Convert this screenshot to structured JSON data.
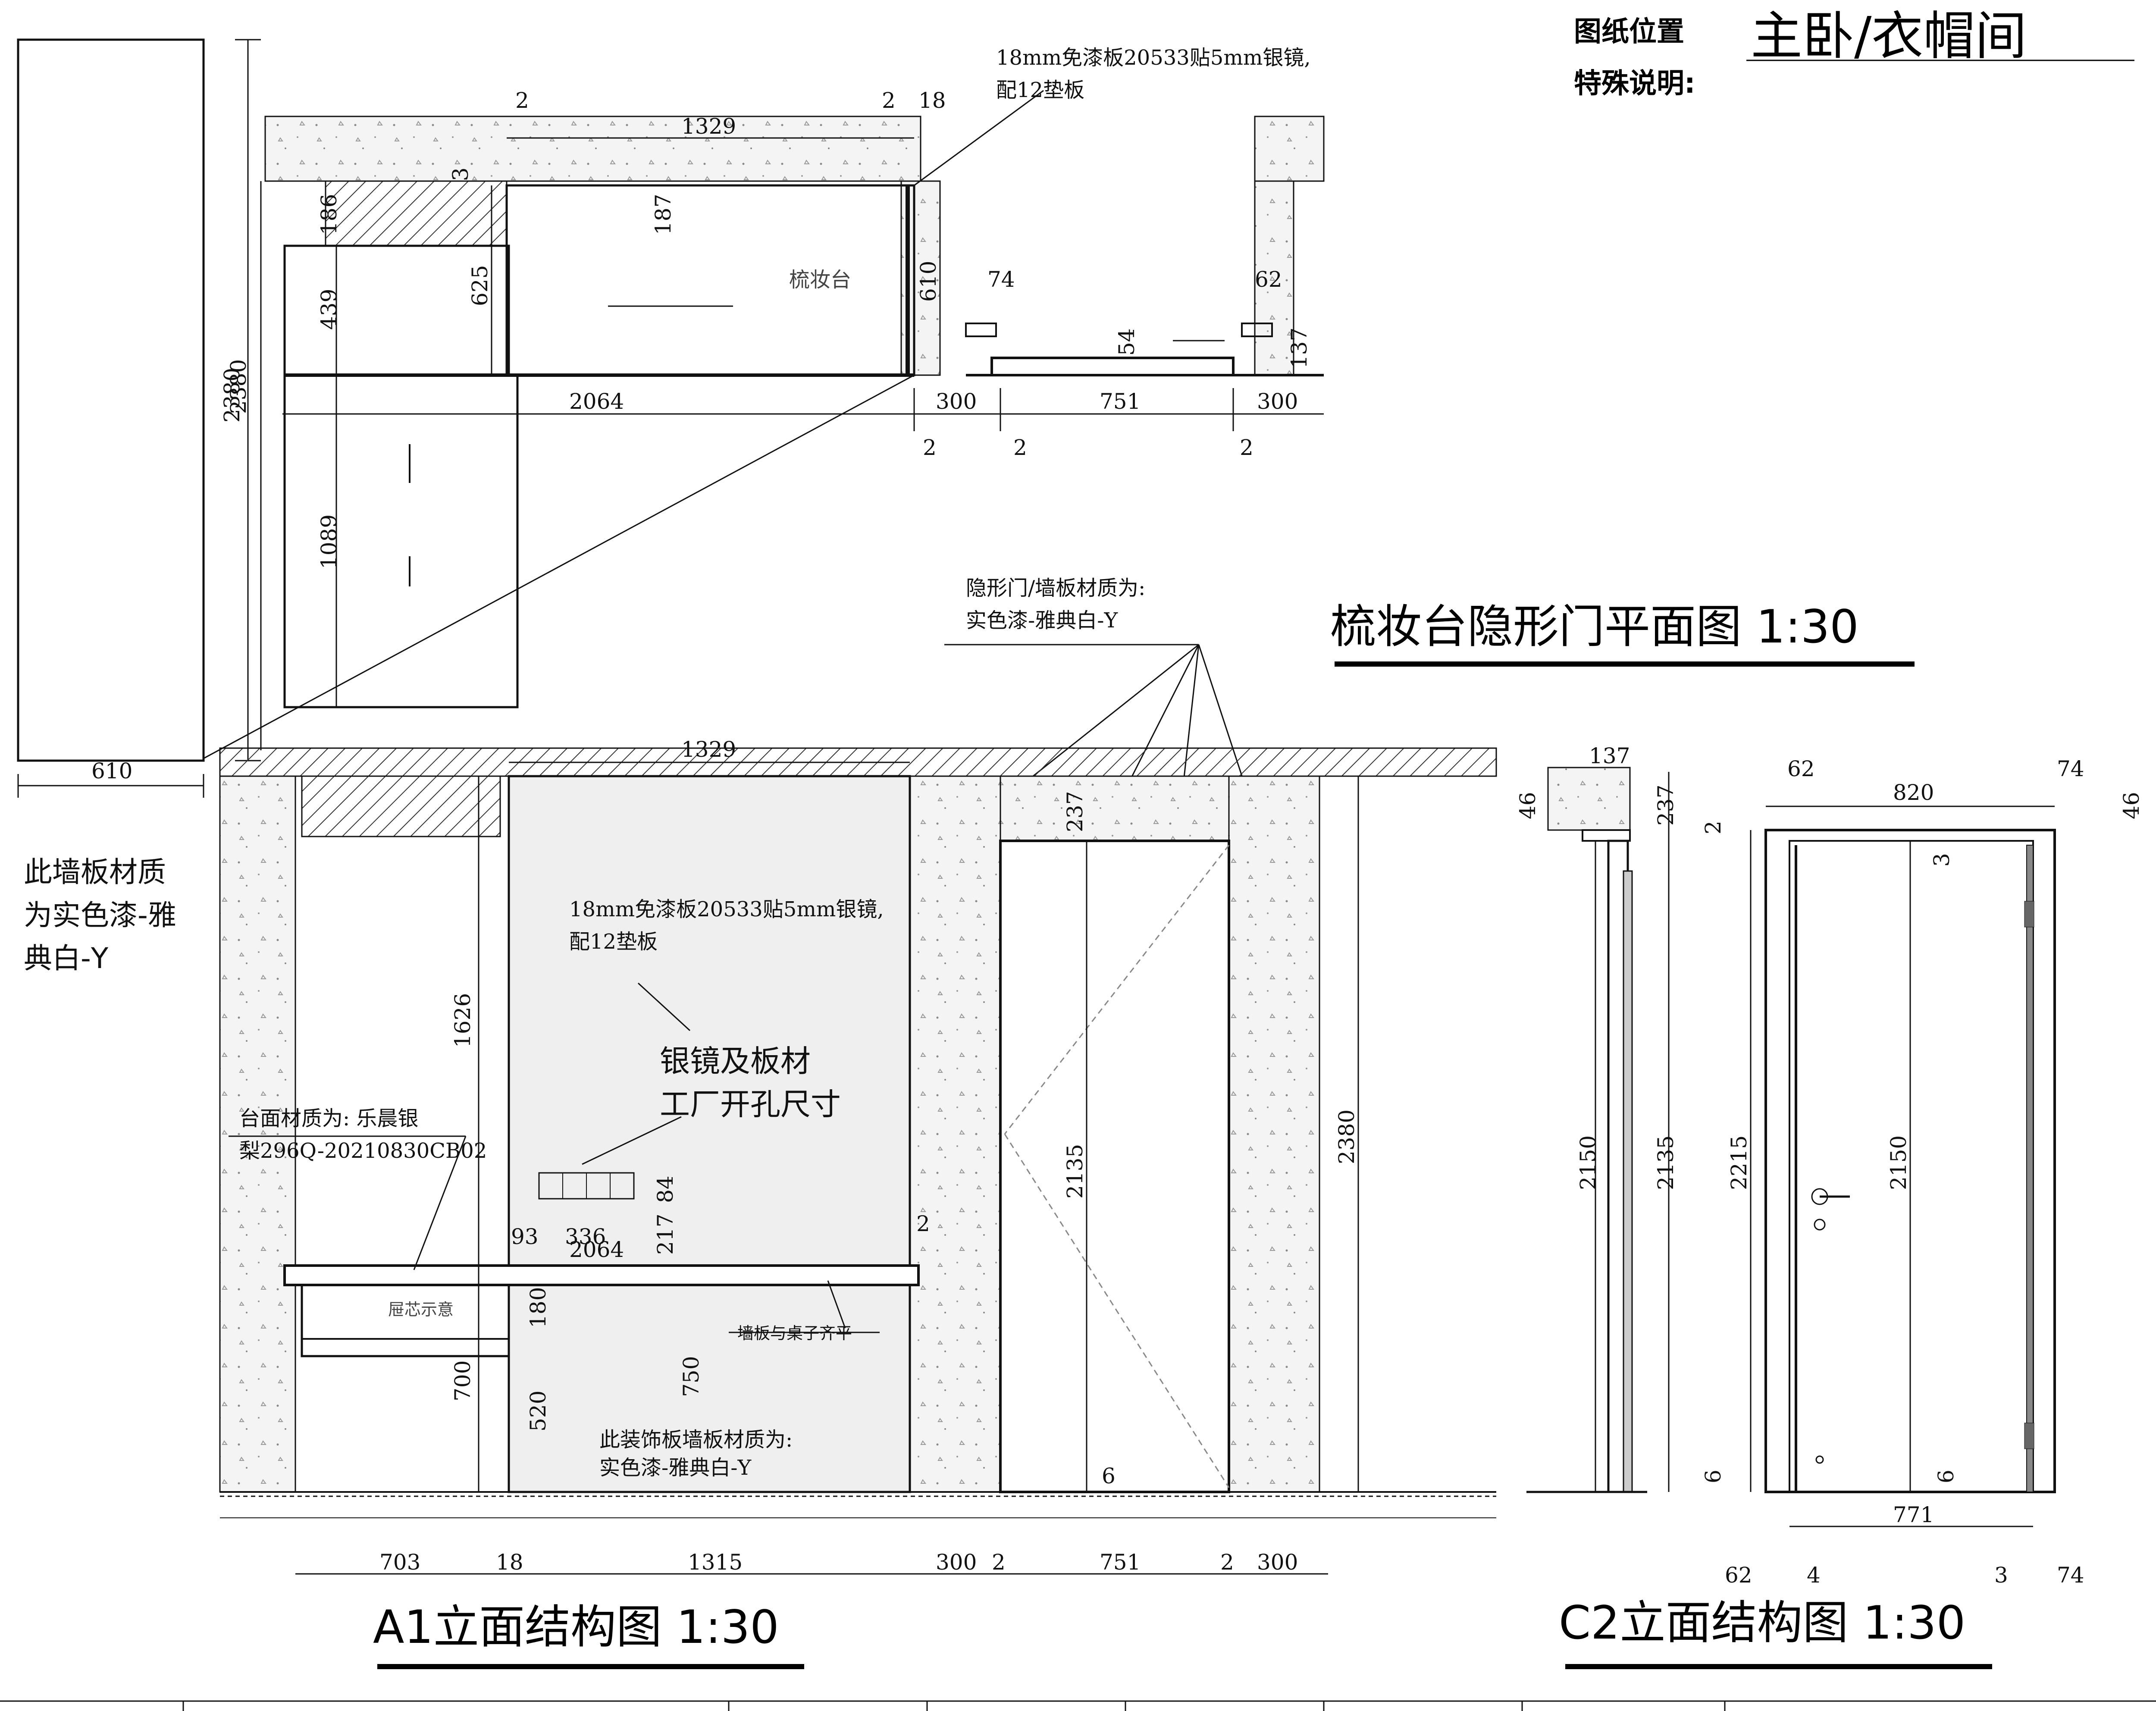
{
  "header": {
    "location_label": "图纸位置",
    "location_value": "主卧/衣帽间",
    "special_label": "特殊说明:"
  },
  "titles": {
    "plan": "梳妆台隐形门平面图 1:30",
    "a1": "A1立面结构图 1:30",
    "c2": "C2立面结构图 1:30"
  },
  "notes": {
    "mirror_top_1": "18mm免漆板20533贴5mm银镜,",
    "mirror_top_2": "配12垫板",
    "mirror_mid_1": "18mm免漆板20533贴5mm银镜,",
    "mirror_mid_2": "配12垫板",
    "hidden_door_1": "隐形门/墙板材质为:",
    "hidden_door_2": "实色漆-雅典白-Y",
    "wall_left_1": "此墙板材质",
    "wall_left_2": "为实色漆-雅",
    "wall_left_3": "典白-Y",
    "countertop_1": "台面材质为: 乐晨银",
    "countertop_2": "梨296Q-20210830CB02",
    "factory_1": "银镜及板材",
    "factory_2": "工厂开孔尺寸",
    "drawer": "屉芯示意",
    "flush": "墙板与桌子齐平",
    "deco_1": "此装饰板墙板材质为:",
    "deco_2": "实色漆-雅典白-Y",
    "dresser": "梳妆台"
  },
  "dims_left": {
    "height": "2380",
    "width": "610"
  },
  "dims_plan": {
    "top_2a": "2",
    "top_1329": "1329",
    "top_2b": "2",
    "top_18": "18",
    "d3": "3",
    "d186": "186",
    "d187": "187",
    "d625": "625",
    "d439": "439",
    "d610": "610",
    "d74": "74",
    "d62": "62",
    "d54": "54",
    "d137": "137",
    "d2064": "2064",
    "d300a": "300",
    "d751": "751",
    "d300b": "300",
    "b2a": "2",
    "b2b": "2",
    "b2c": "2",
    "d1089": "1089",
    "d2380": "2380"
  },
  "dims_a1": {
    "top_1329": "1329",
    "d237": "237",
    "d1626": "1626",
    "d2135": "2135",
    "d2380": "2380",
    "d84": "84",
    "d93": "93",
    "d336": "336",
    "d217": "217",
    "d2064": "2064",
    "d2": "2",
    "d180": "180",
    "d700": "700",
    "d750": "750",
    "d520": "520",
    "d6": "6",
    "b703": "703",
    "b18": "18",
    "b1315": "1315",
    "b300a": "300",
    "b2a": "2",
    "b751": "751",
    "b2b": "2",
    "b300b": "300"
  },
  "dims_c2": {
    "s137": "137",
    "s46": "46",
    "s237": "237",
    "s2": "2",
    "s2150": "2150",
    "s2135": "2135",
    "s6": "6",
    "f62": "62",
    "f820": "820",
    "f74": "74",
    "f46": "46",
    "f3": "3",
    "f2215": "2215",
    "f2150": "2150",
    "f6": "6",
    "f771": "771",
    "f62b": "62",
    "f4": "4",
    "f3b": "3",
    "f74b": "74"
  }
}
